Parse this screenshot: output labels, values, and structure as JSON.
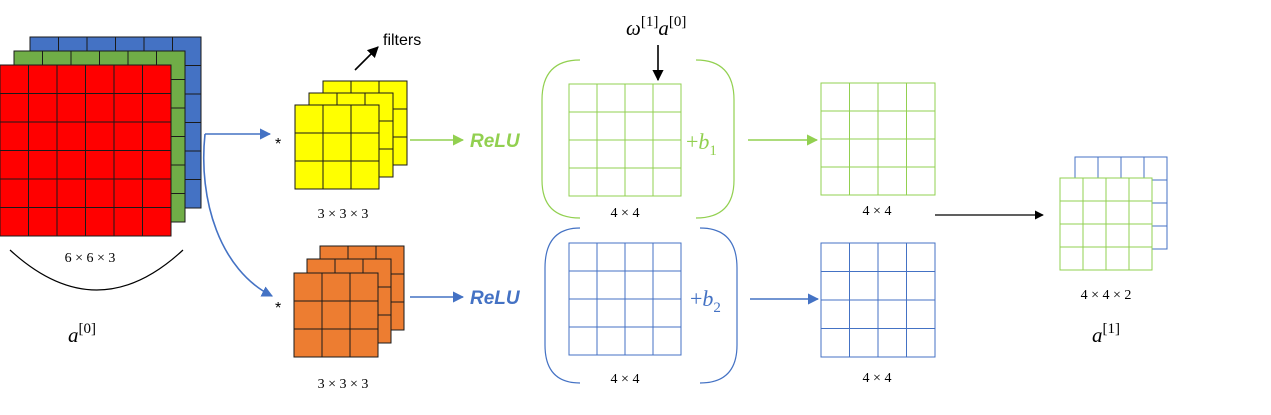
{
  "input": {
    "dim_label": "6 × 6 × 3",
    "name_base": "a",
    "name_sup": "[0]",
    "channel_colors": [
      "#4472c4",
      "#70ad47",
      "#ff0000"
    ]
  },
  "filters": {
    "label": "filters",
    "star": "*",
    "top_dim": "3 × 3 × 3",
    "bottom_dim": "3 × 3 × 3",
    "top_color": "#ffff00",
    "bottom_color": "#ed7d31"
  },
  "relu": {
    "top": "ReLU",
    "bottom": "ReLU",
    "top_color": "#92d050",
    "bottom_color": "#4472c4"
  },
  "conv": {
    "omega": "ω",
    "omega_sup": "[1]",
    "a": "a",
    "a_sup": "[0]",
    "top_dim": "4 × 4",
    "bottom_dim": "4 × 4"
  },
  "bias": {
    "top_plus": "+",
    "top_b": "b",
    "top_sub": "1",
    "bottom_plus": "+",
    "bottom_b": "b",
    "bottom_sub": "2"
  },
  "activated": {
    "top_dim": "4 × 4",
    "bottom_dim": "4 × 4"
  },
  "output": {
    "dim_label": "4 × 4 × 2",
    "name_base": "a",
    "name_sup": "[1]"
  }
}
